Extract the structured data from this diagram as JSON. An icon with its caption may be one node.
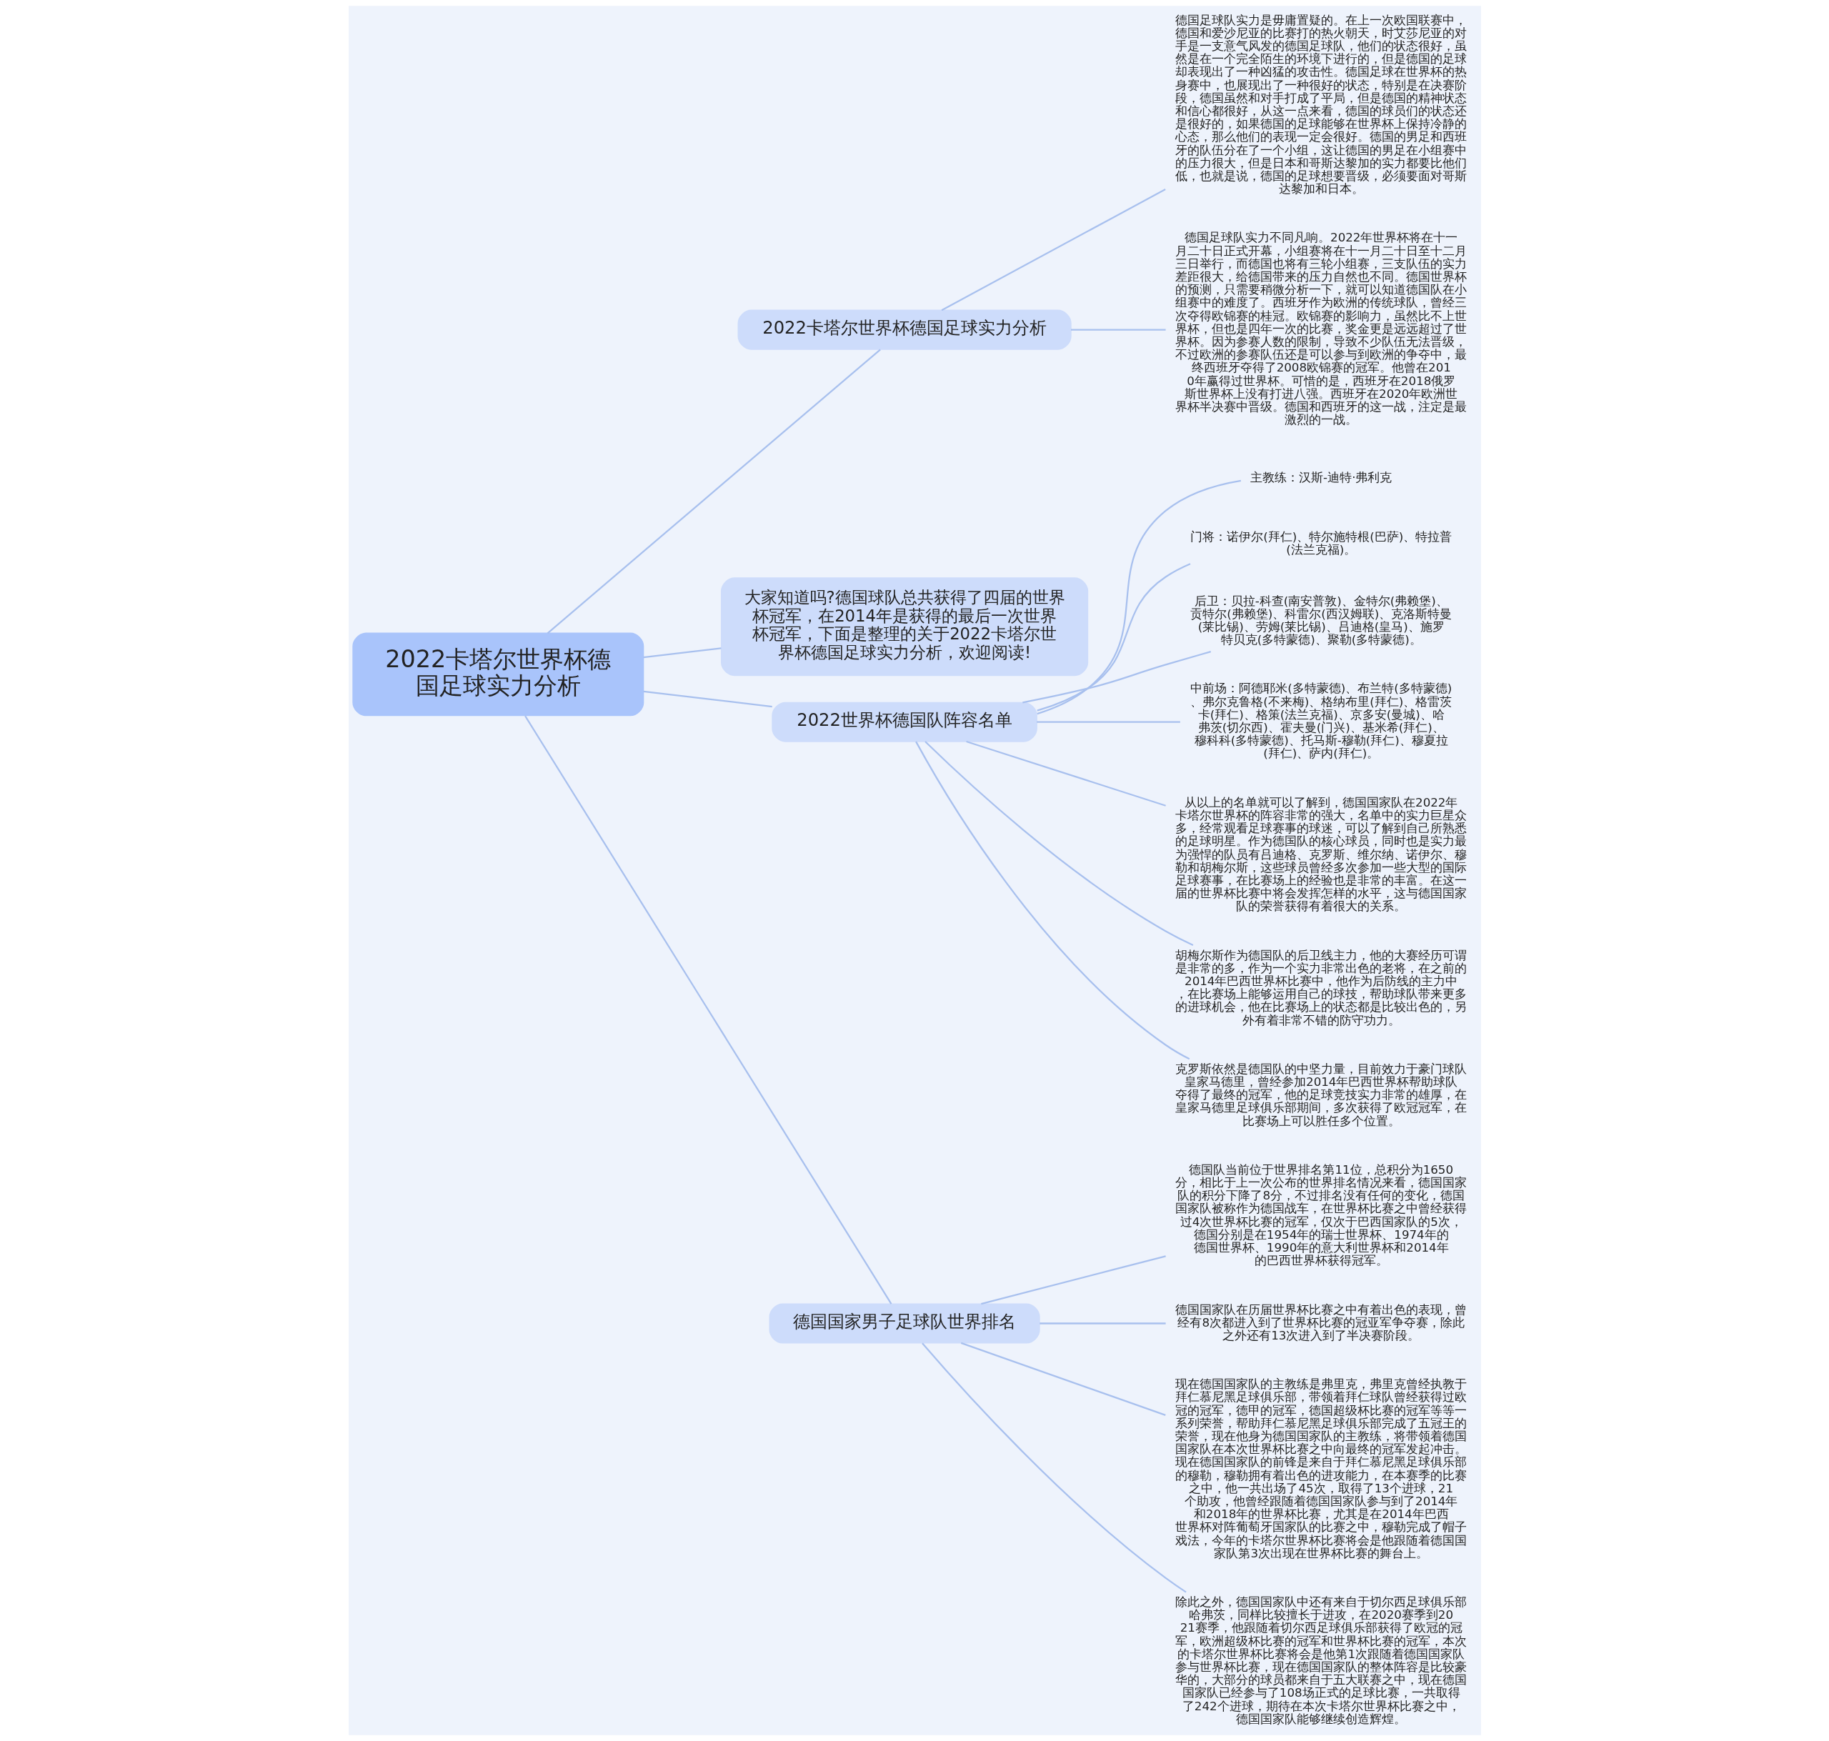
{
  "diagram": {
    "nodes": [
      {
        "text": [
          "2022卡塔尔世界杯德国足球实力分析"
        ]
      },
      {
        "text": [
          "2022卡塔尔世界杯德国足球实力分析"
        ]
      },
      {
        "text": [
          "德国足球队实力是毋庸置疑的。在上一次欧国联赛中，德国和爱沙尼亚的比赛打的热火朝天，时艾莎尼亚的对手是一支意气风发的德国足球队，他们的状态很好，虽然是在一个完全陌生的环境下进行的，但是德国的足球却表现出了一种凶猛的攻击性。德国足球在世界杯的热身赛中，也展现出了一种很好的状态，特别是在决赛阶段，德国虽然和对手打成了平局，但是德国的精神状态和信心都很好，从这一点来看，德国的球员们的状态还是很好的，如果德国的足球能够在世界杯上保持冷静的心态，那么他们的表现一定会很好。德国的男足和西班牙的队伍分在了一个小组，这让德国的男足在小组赛中的压力很大，但是日本和哥斯达黎加的实力都要比他们低，也就是说，德国的足球想要晋级，必须要面对哥斯达黎加和日本。"
        ]
      },
      {
        "text": [
          "德国足球队实力不同凡响。2022年世界杯将在十一月二十日正式开幕，小组赛将在十一月二十日至十二月三日举行，而德国也将有三轮小组赛，三支队伍的实力差距很大，给德国带来的压力自然也不同。德国世界杯的预测，只需要稍微分析一下，就可以知道德国队在小组赛中的难度了。西班牙作为欧洲的传统球队，曾经三次夺得欧锦赛的桂冠。欧锦赛的影响力，虽然比不上世界杯，但也是四年一次的比赛，奖金更是远远超过了世界杯。因为参赛人数的限制，导致不少队伍无法晋级，不过欧洲的参赛队伍还是可以参与到欧洲的争夺中，最终西班牙夺得了2008欧锦赛的冠军。他曾在2010年赢得过世界杯。可惜的是，西班牙在2018俄罗斯世界杯上没有打进八强。西班牙在2020年欧洲世界杯半决赛中晋级。德国和西班牙的这一战，注定是最激烈的一战。"
        ]
      },
      {
        "text": [
          "大家知道吗?德国球队总共获得了四届的世界杯冠军，在2014年是获得的最后一次世界杯冠军，下面是整理的关于2022卡塔尔世界杯德国足球实力分析，欢迎阅读!"
        ]
      },
      {
        "text": [
          "2022世界杯德国队阵容名单"
        ]
      },
      {
        "text": [
          "主教练：汉斯-迪特·弗利克"
        ]
      },
      {
        "text": [
          "门将：诺伊尔(拜仁)、特尔施特根(巴萨)、特拉普(法兰克福)。"
        ]
      },
      {
        "text": [
          "后卫：贝拉-科查(南安普敦)、金特尔(弗赖堡)、贡特尔(弗赖堡)、科雷尔(西汉姆联)、克洛斯特曼(莱比锡)、劳姆(莱比锡)、吕迪格(皇马)、施罗特贝克(多特蒙德)、聚勒(多特蒙德)。"
        ]
      },
      {
        "text": [
          "中前场：阿德耶米(多特蒙德)、布兰特(多特蒙德)、弗尔克鲁格(不来梅)、格纳布里(拜仁)、格雷茨卡(拜仁)、格策(法兰克福)、京多安(曼城)、哈弗茨(切尔西)、霍夫曼(门兴)、基米希(拜仁)、穆科科(多特蒙德)、托马斯-穆勒(拜仁)、穆夏拉(拜仁)、萨内(拜仁)。"
        ]
      },
      {
        "text": [
          "从以上的名单就可以了解到，德国国家队在2022年卡塔尔世界杯的阵容非常的强大，名单中的实力巨星众多，经常观看足球赛事的球迷，可以了解到自己所熟悉的足球明星。作为德国队的核心球员，同时也是实力最为强悍的队员有吕迪格、克罗斯、维尔纳、诺伊尔、穆勒和胡梅尔斯，这些球员曾经多次参加一些大型的国际足球赛事，在比赛场上的经验也是非常的丰富。在这一届的世界杯比赛中将会发挥怎样的水平，这与德国国家队的荣誉获得有着很大的关系。"
        ]
      },
      {
        "text": [
          "胡梅尔斯作为德国队的后卫线主力，他的大赛经历可谓是非常的多，作为一个实力非常出色的老将，在之前的2014年巴西世界杯比赛中，他作为后防线的主力中，在比赛场上能够运用自己的球技，帮助球队带来更多的进球机会，他在比赛场上的状态都是比较出色的，另外有着非常不错的防守功力。"
        ]
      },
      {
        "text": [
          "克罗斯依然是德国队的中坚力量，目前效力于豪门球队皇家马德里，曾经参加2014年巴西世界杯帮助球队夺得了最终的冠军，他的足球竞技实力非常的雄厚，在皇家马德里足球俱乐部期间，多次获得了欧冠冠军，在比赛场上可以胜任多个位置。"
        ]
      },
      {
        "text": [
          "德国国家男子足球队世界排名"
        ]
      },
      {
        "text": [
          "德国队当前位于世界排名第11位，总积分为1650分，相比于上一次公布的世界排名情况来看，德国国家队的积分下降了8分，不过排名没有任何的变化，德国国家队被称作为德国战车，在世界杯比赛之中曾经获得过4次世界杯比赛的冠军，仅次于巴西国家队的5次，德国分别是在1954年的瑞士世界杯、1974年的德国世界杯、1990年的意大利世界杯和2014年的巴西世界杯获得冠军。"
        ]
      },
      {
        "text": [
          "德国国家队在历届世界杯比赛之中有着出色的表现，曾经有8次都进入到了世界杯比赛的冠亚军争夺赛，除此之外还有13次进入到了半决赛阶段。"
        ]
      },
      {
        "text": [
          "现在德国国家队的主教练是弗里克，弗里克曾经执教于拜仁慕尼黑足球俱乐部，带领着拜仁球队曾经获得过欧冠的冠军，德甲的冠军，德国超级杯比赛的冠军等等一系列荣誉，帮助拜仁慕尼黑足球俱乐部完成了五冠王的荣誉，现在他身为德国国家队的主教练，将带领着德国国家队在本次世界杯比赛之中向最终的冠军发起冲击。现在德国国家队的前锋是来自于拜仁慕尼黑足球俱乐部的穆勒，穆勒拥有着出色的进攻能力，在本赛季的比赛之中，他一共出场了45次，取得了13个进球，21个助攻，他曾经跟随着德国国家队参与到了2014年和2018年的世界杯比赛，尤其是在2014年巴西世界杯对阵葡萄牙国家队的比赛之中，穆勒完成了帽子戏法，今年的卡塔尔世界杯比赛将会是他跟随着德国国家队第3次出现在世界杯比赛的舞台上。"
        ]
      },
      {
        "text": [
          "除此之外，德国国家队中还有来自于切尔西足球俱乐部哈弗茨，同样比较擅长于进攻，在2020赛季到2021赛季，他跟随着切尔西足球俱乐部获得了欧冠的冠军，欧洲超级杯比赛的冠军和世界杯比赛的冠军，本次的卡塔尔世界杯比赛将会是他第1次跟随着德国国家队参与世界杯比赛，现在德国国家队的整体阵容是比较豪华的，大部分的球员都来自于五大联赛之中，现在德国国家队已经参与了108场正式的足球比赛，一共取得了242个进球，期待在本次卡塔尔世界杯比赛之中，德国国家队能够继续创造辉煌。"
        ]
      }
    ],
    "edges": [
      {
        "from": 0,
        "to": 1,
        "arrow": "none"
      },
      {
        "from": 1,
        "to": 2,
        "arrow": "none"
      },
      {
        "from": 1,
        "to": 3,
        "arrow": "none"
      },
      {
        "from": 0,
        "to": 4,
        "arrow": "none"
      },
      {
        "from": 0,
        "to": 5,
        "arrow": "none"
      },
      {
        "from": 5,
        "to": 6,
        "arrow": "none"
      },
      {
        "from": 5,
        "to": 7,
        "arrow": "none"
      },
      {
        "from": 5,
        "to": 8,
        "arrow": "none"
      },
      {
        "from": 5,
        "to": 9,
        "arrow": "none"
      },
      {
        "from": 5,
        "to": 10,
        "arrow": "none"
      },
      {
        "from": 5,
        "to": 11,
        "arrow": "none"
      },
      {
        "from": 5,
        "to": 12,
        "arrow": "none"
      },
      {
        "from": 0,
        "to": 13,
        "arrow": "none"
      },
      {
        "from": 13,
        "to": 14,
        "arrow": "none"
      },
      {
        "from": 13,
        "to": 15,
        "arrow": "none"
      },
      {
        "from": 13,
        "to": 16,
        "arrow": "none"
      },
      {
        "from": 13,
        "to": 17,
        "arrow": "none"
      }
    ]
  }
}
